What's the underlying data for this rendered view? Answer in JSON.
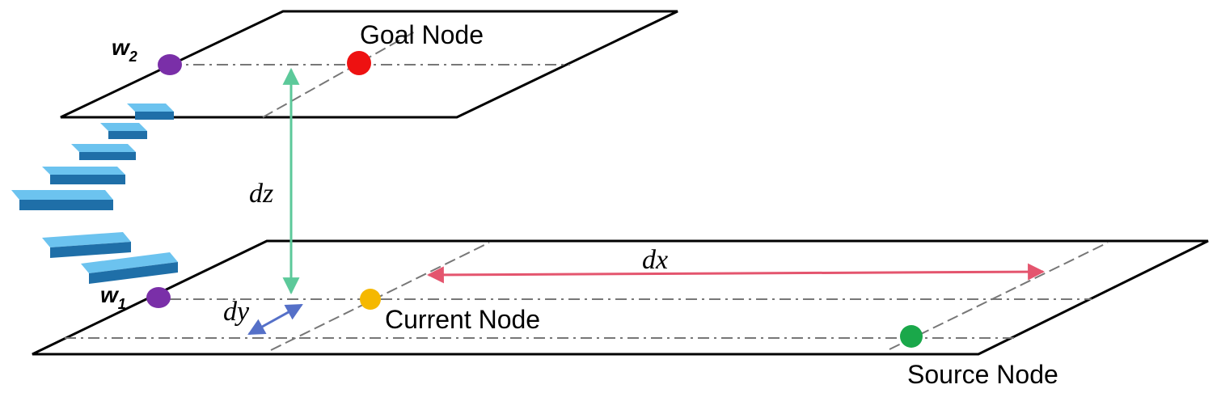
{
  "labels": {
    "goal_node": "Goal Node",
    "current_node": "Current Node",
    "source_node": "Source Node",
    "w1_base": "w",
    "w1_sub": "1",
    "w2_base": "w",
    "w2_sub": "2",
    "dx": "dx",
    "dy": "dy",
    "dz": "dz"
  },
  "colors": {
    "plane_stroke": "#000000",
    "guide_line": "#777777",
    "waypoint": "#7a2fa8",
    "goal": "#ee1111",
    "current": "#f5b800",
    "source": "#1aa84a",
    "dz_arrow": "#5cc99a",
    "dx_arrow": "#e4556e",
    "dy_arrow": "#5570c8",
    "stairs_light": "#5ab4e6",
    "stairs_dark": "#1f6fa8"
  }
}
